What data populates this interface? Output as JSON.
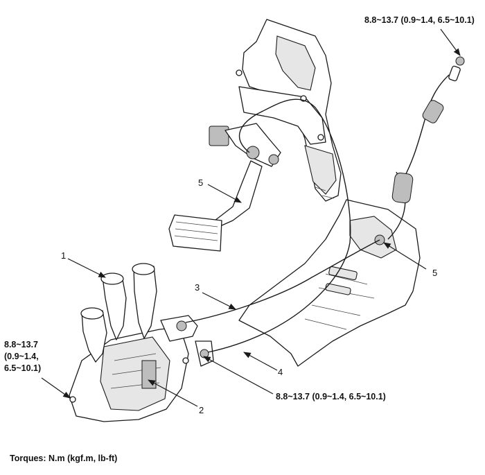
{
  "torque_top_right": "8.8~13.7 (0.9~1.4, 6.5~10.1)",
  "torque_left": [
    "8.8~13.7",
    "(0.9~1.4,",
    "6.5~10.1)"
  ],
  "torque_bottom": "8.8~13.7 (0.9~1.4, 6.5~10.1)",
  "callouts": {
    "c1": "1",
    "c2": "2",
    "c3": "3",
    "c4": "4",
    "c5_pedal": "5",
    "c5_body": "5"
  },
  "footer_text": "Torques: N.m (kgf.m, lb-ft)"
}
